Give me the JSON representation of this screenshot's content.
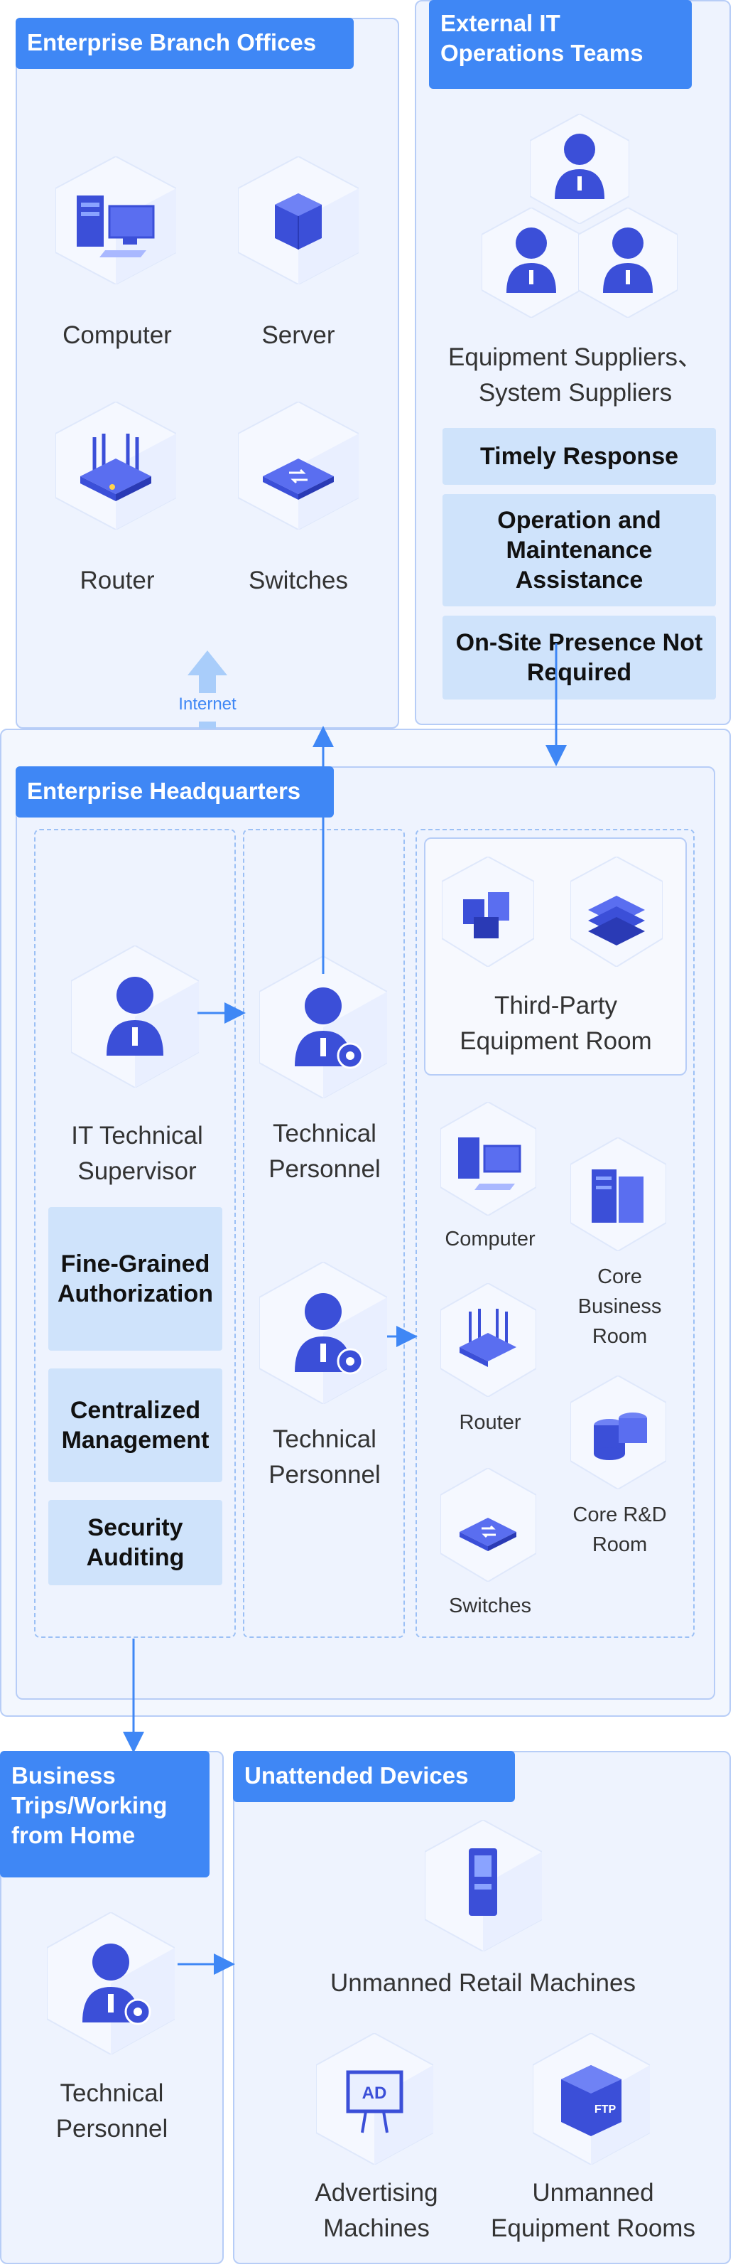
{
  "colors": {
    "accent": "#3f87f5",
    "panel_bg": "#eef3fe",
    "feature_bg": "#cfe3fb",
    "dark_blue": "#3b4fd8"
  },
  "branch": {
    "title": "Enterprise Branch Offices",
    "items": [
      {
        "label": "Computer",
        "icon": "computer-icon"
      },
      {
        "label": "Server",
        "icon": "server-icon"
      },
      {
        "label": "Router",
        "icon": "router-icon"
      },
      {
        "label": "Switches",
        "icon": "switch-icon"
      }
    ],
    "internet_label": "Internet"
  },
  "external": {
    "title": "External IT Operations Teams",
    "suppliers_label": "Equipment Suppliers、System Suppliers",
    "features": [
      "Timely Response",
      "Operation and Maintenance Assistance",
      "On-Site Presence Not Required"
    ]
  },
  "hq": {
    "title": "Enterprise Headquarters",
    "supervisor_label": "IT Technical Supervisor",
    "supervisor_features": [
      "Fine-Grained Authorization",
      "Centralized Management",
      "Security Auditing"
    ],
    "technical_label": "Technical Personnel",
    "third_party_label": "Third-Party Equipment Room",
    "devices": {
      "computer": "Computer",
      "router": "Router",
      "switches": "Switches",
      "core_business": "Core Business Room",
      "core_rd": "Core R&D Room"
    }
  },
  "business": {
    "title": "Business Trips/Working from Home",
    "technical_label": "Technical Personnel"
  },
  "unattended": {
    "title": "Unattended Devices",
    "retail_label": "Unmanned Retail Machines",
    "ad_label": "Advertising Machines",
    "rooms_label": "Unmanned Equipment Rooms",
    "ad_icon_text": "AD",
    "ftp_icon_text": "FTP"
  }
}
